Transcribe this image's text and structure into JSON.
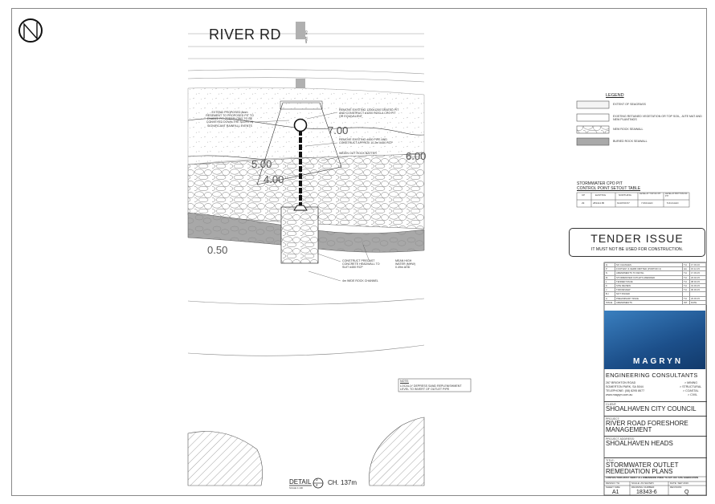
{
  "drawing": {
    "street_label": "RIVER RD",
    "north_symbol": "north-arrow",
    "labels": {
      "road_ch": "CH. 130m",
      "contour_700": "7.00",
      "contour_600": "6.00",
      "contour_500": "5.00",
      "contour_400": "4.00",
      "level_050": "0.50"
    },
    "callouts": [
      "EXTEND PROPOSED 8mm RESEMENT TO PROPOSED PIT TO ENABLE PIT OVERFLOWS TO BE CONVEYED DOWN THE SLOPE IN SIGNIFICANT RAINFALL EVENTS",
      "REMOVE EXISTING 1200x1200 GRATED PIT AND CONSTRUCT #1200 ROCLA CPO PIT OR EQUIVALENT",
      "REMOVE EXISTING #450 PIPE AND CONSTRUCT APPROX 10.2m #450 RCP",
      "WIDEN OUT ROCK BATTER",
      "CONSTRUCT PRECAST CONCRETE HEADWALL TO SUIT #450 RCP",
      "MEAN HIGH WATER (MHW) 0.49m AHD",
      "4m WIDE ROCK CHANNEL"
    ],
    "note_title": "NOTE:",
    "note_text": "LOCALLY DEPRESS SAND REPLENISHMENT LEVEL TO INVERT OF OUTLET PIPE",
    "detail_label": "DETAIL",
    "detail_scale": "SCALE 1:100",
    "detail_num": "3",
    "detail_sheet": "2",
    "detail_ch": "CH. 137m"
  },
  "legend": {
    "title": "LEGEND",
    "items": [
      {
        "label": "EXTENT OF SEAGRASS",
        "color": "#f4f4f4"
      },
      {
        "label": "EXISTING RETAINED VEGETATION OR TOP SOIL, JUTE MAT AND NEW PLANTINGS",
        "color": "#ffffff"
      },
      {
        "label": "NEW ROCK SEAWALL",
        "color": "#eeeeee"
      },
      {
        "label": "BURIED ROCK SEAWALL",
        "color": "#a9a9a9"
      }
    ]
  },
  "setout_table": {
    "title_1": "STORMWATER CPO PIT",
    "title_2": "CONTROL POINT SETOUT TABLE",
    "headers": [
      "CP",
      "EASTING",
      "NORTHING",
      "LEVEL AT TOP OF PIT",
      "LEVEL AT BOTTOM OF PIT"
    ],
    "rows": [
      [
        "29",
        "283414.85",
        "6140709.57",
        "7.060 AHD",
        "5.610 AHD"
      ]
    ]
  },
  "tender": {
    "heading": "TENDER ISSUE",
    "subtext": "IT MUST NOT BE USED FOR CONSTRUCTION."
  },
  "revisions": [
    [
      "Q",
      "NO CHANGES",
      "TH",
      "17.03.16"
    ],
    [
      "P",
      "FOOTWAY & KERB OMITTED (PORTION 4)",
      "HA",
      "15.12.15"
    ],
    [
      "N",
      "AMENDMENTS TO DETAIL",
      "TH",
      "17.03.15"
    ],
    [
      "M",
      "STORMWATER OUTLETS AMENDED",
      "TH",
      "23.04.15"
    ],
    [
      "L",
      "TENDER ISSUE",
      "TH",
      "08.04.15"
    ],
    [
      "K",
      "SITE REVIEW",
      "TH",
      "31.03.15"
    ],
    [
      "J",
      "TDR REVIEW",
      "TH",
      "30.03.15"
    ],
    [
      "B-I",
      "NOT ISSUED",
      "",
      ""
    ],
    [
      "A",
      "PRELIMINARY ISSUE",
      "TH",
      "23.03.15"
    ],
    [
      "ISSUE",
      "AMENDMENTS",
      "INT",
      "DATE"
    ]
  ],
  "company": {
    "logo_text": "MAGRYN",
    "subtitle": "ENGINEERING CONSULTANTS",
    "address": [
      "267 BRIGHTON ROAD",
      "SOMERTON PARK, SA 5044",
      "TELEPHONE: (08) 8295 8677",
      "www.magryn.com.au"
    ],
    "services": [
      "> MINING",
      "> STRUCTURAL",
      "> COASTAL",
      "> CIVIL"
    ],
    "brand_color": "#1f5796"
  },
  "title_block": {
    "client_label": "CLIENT:",
    "client": "SHOALHAVEN CITY COUNCIL",
    "project_label": "PROJECT:",
    "project": "RIVER ROAD FORESHORE MANAGEMENT",
    "address_label": "PROJECT ADDRESS:",
    "address": "SHOALHAVEN HEADS",
    "title_label": "TITLE:",
    "title": "STORMWATER OUTLET REMEDIATION PLANS",
    "warning": "CONTRACTORS MUST VERIFY ALL DIMENSIONS PRIOR TO ANY OFF SITE FABRICATION",
    "design_label": "DESIGN:",
    "design": "TH",
    "scale_label": "SCALE:",
    "scale": "AS SHOWN",
    "date_label": "DATE:",
    "date": "SEP 2016",
    "sheet_size_label": "SHEET SIZE:",
    "sheet_size": "A1",
    "drawing_number_label": "DRAWING NUMBER:",
    "drawing_number": "18343-6",
    "revision_label": "REVISION:",
    "revision": "Q"
  }
}
